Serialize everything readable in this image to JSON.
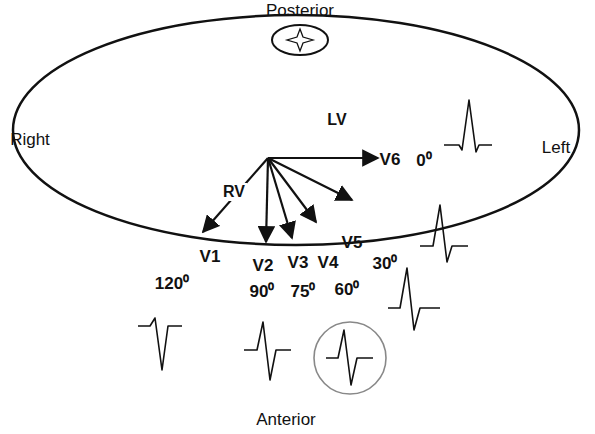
{
  "diagram": {
    "nodes": [
      {
        "text": [
          "LV"
        ]
      },
      {
        "text": [
          "RV"
        ]
      }
    ],
    "labels": [
      "Posterior",
      "Right",
      "Left",
      "Anterior",
      "V1",
      "V2",
      "V3",
      "V4",
      "V5",
      "V6",
      "120⁰",
      "90⁰",
      "75⁰",
      "60⁰",
      "30⁰",
      "0⁰"
    ]
  }
}
